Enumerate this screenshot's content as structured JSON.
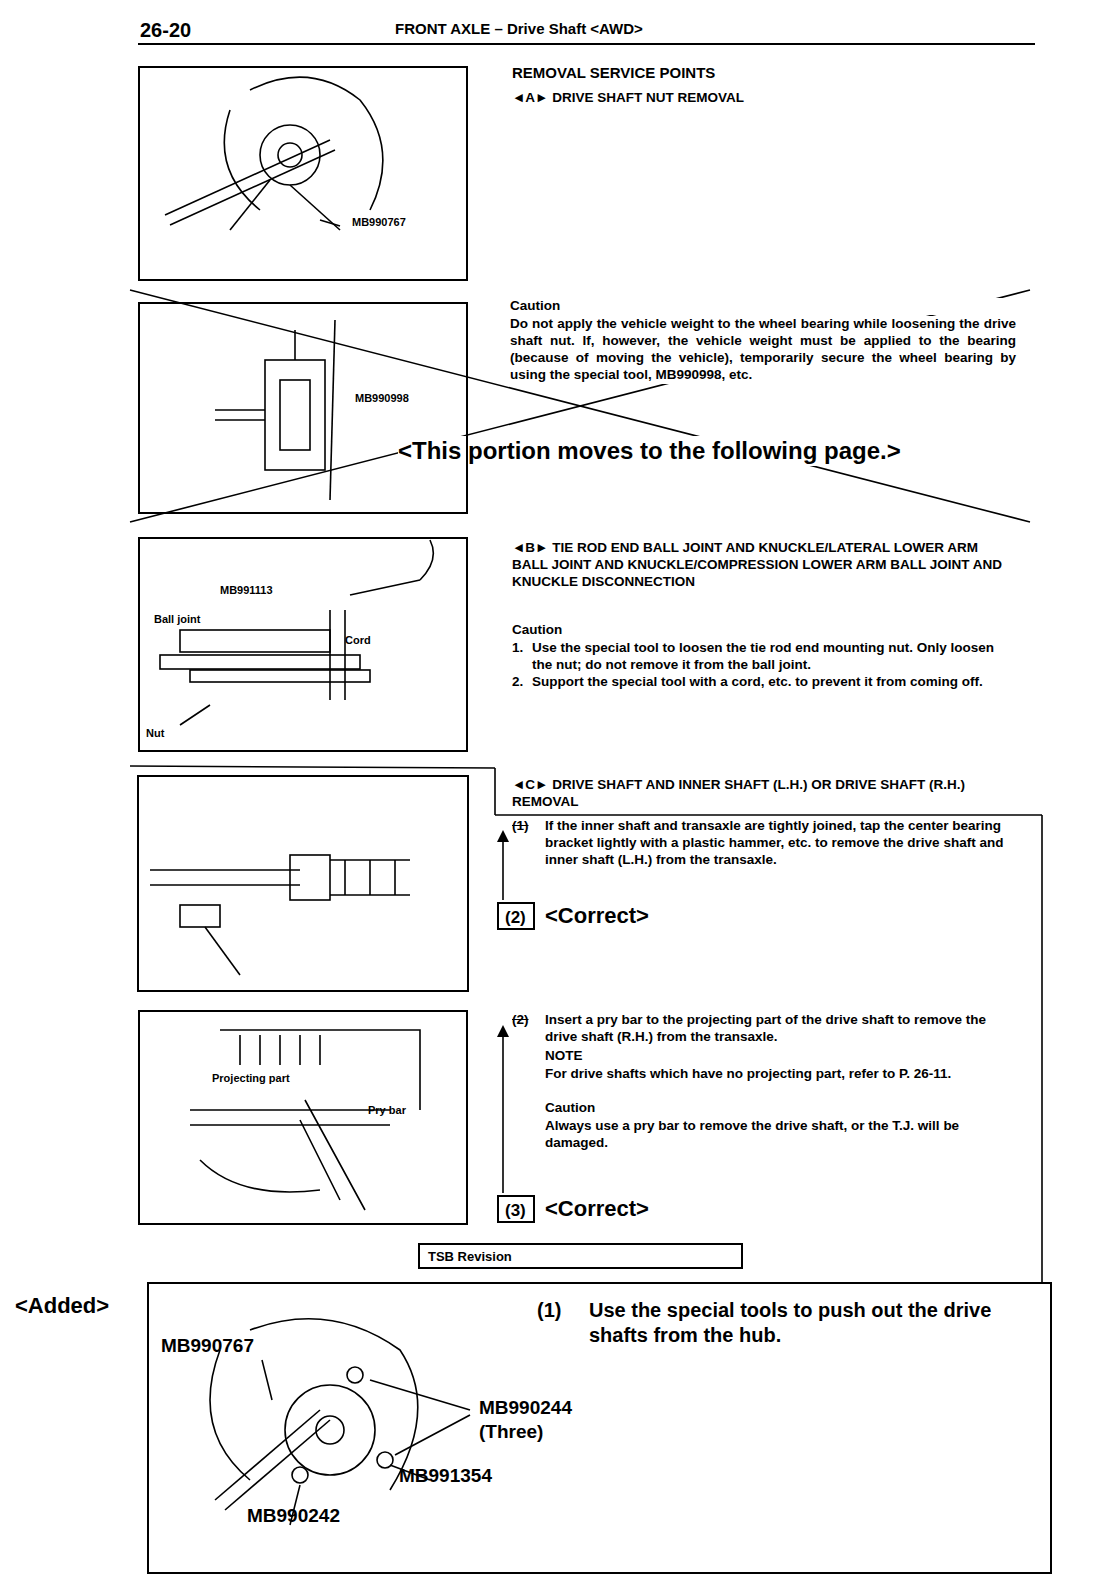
{
  "diagram": {
    "title": "FRONT AXLE – Drive Shaft <AWD>",
    "nodes": [
      {
        "text": [
          "MB990767"
        ]
      },
      {
        "text": [
          "Caution",
          "Do not apply the vehicle weight to the wheel bearing while loosening the drive shaft nut. If, however, the vehicle weight must be applied to the bearing (because of moving the vehicle), temporarily secure the wheel bearing by using the special tool, MB990998, etc.",
          "<This portion moves to the following page.>"
        ]
      },
      {
        "text": [
          "MB990998"
        ],
        "in": 1
      },
      {
        "text": [
          "MB991113",
          "Ball joint",
          "Cord",
          "Nut"
        ]
      },
      {
        "text": [
          "Projecting part",
          "Pry bar"
        ]
      },
      {
        "text": [
          "(2)"
        ]
      },
      {
        "text": [
          "(3)"
        ]
      },
      {
        "text": [
          "TSB Revision"
        ]
      },
      {
        "text": [
          "<Added>",
          "(1)",
          "Use the special tools to push out the drive shafts from the hub.",
          "MB990767",
          "MB990244 (Three)",
          "MB991354",
          "MB990242"
        ]
      }
    ],
    "labels": [
      "26-20",
      "REMOVAL SERVICE POINTS",
      "◄A► DRIVE SHAFT NUT REMOVAL",
      "◄B► TIE ROD END BALL JOINT AND KNUCKLE/LATERAL LOWER ARM BALL JOINT AND KNUCKLE/COMPRESSION LOWER ARM BALL JOINT AND KNUCKLE DISCONNECTION",
      "Caution",
      "1.",
      "Use the special tool to loosen the tie rod end mounting nut. Only loosen the nut; do not remove it from the ball joint.",
      "2.",
      "Support the special tool with a cord, etc. to prevent it from coming off.",
      "◄C► DRIVE SHAFT AND INNER SHAFT (L.H.) OR DRIVE SHAFT (R.H.) REMOVAL",
      "(1)",
      "If the inner shaft and transaxle are tightly joined, tap the center bearing bracket lightly with a plastic hammer, etc. to remove the drive shaft and inner shaft (L.H.) from the transaxle.",
      "<Correct>",
      "(2)",
      "Insert a pry bar to the projecting part of the drive shaft to remove the drive shaft (R.H.) from the transaxle.",
      "NOTE",
      "For drive shafts which have no projecting part, refer to P. 26-11.",
      "Caution",
      "Always use a pry bar to remove the drive shaft, or the T.J. will be damaged.",
      "<Correct>"
    ]
  }
}
